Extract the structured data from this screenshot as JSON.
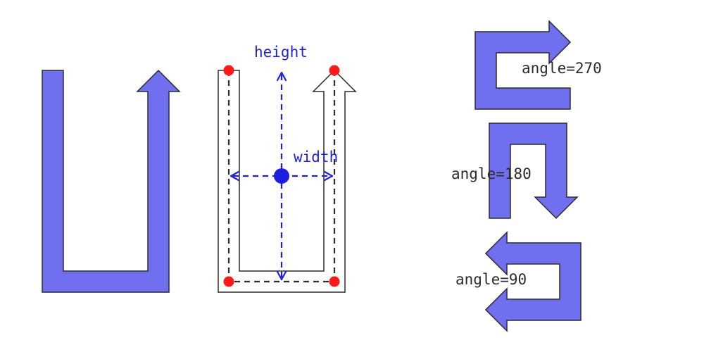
{
  "colors": {
    "shape_fill": "#6f6ff0",
    "outline": "#2b2b2b",
    "dimension": "#1f1fe0",
    "control_point": "#ff1a1a"
  },
  "annotations": {
    "height_label": "height",
    "width_label": "width"
  },
  "rotations": [
    {
      "label": "angle=270"
    },
    {
      "label": "angle=180"
    },
    {
      "label": "angle=90"
    }
  ]
}
